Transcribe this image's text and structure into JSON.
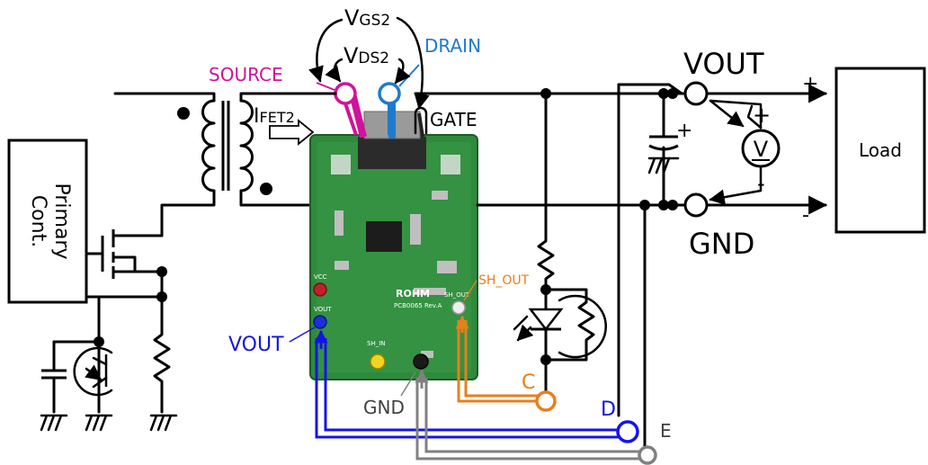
{
  "labels": {
    "vgs2": "V",
    "vgs2_sub": "GS2",
    "vds2": "V",
    "vds2_sub": "DS2",
    "drain": "DRAIN",
    "source": "SOURCE",
    "gate": "GATE",
    "ifet2": "I",
    "ifet2_sub": "FET2",
    "vout_top": "VOUT",
    "gnd_right": "GND",
    "load": "Load",
    "primary_line1": "Primary",
    "primary_line2": "Cont.",
    "vout_board": "VOUT",
    "gnd_board": "GND",
    "sh_out": "SH_OUT",
    "probe_c": "C",
    "probe_d": "D",
    "probe_e": "E",
    "voltmeter": "V",
    "plus_load": "+",
    "minus_load": "-",
    "plus_meter": "+",
    "minus_meter": "-",
    "plus_cap": "+"
  },
  "board": {
    "brand": "ROHM",
    "part": "PCB0065 Rev.A",
    "silk_vcc": "VCC",
    "silk_vout": "VOUT",
    "silk_shin": "SH_IN",
    "silk_shout": "SH_OUT"
  },
  "colors": {
    "source": "#d0139a",
    "drain": "#1f7acb",
    "vout_probe": "#1414e6",
    "sh_out": "#e87f1c",
    "gnd_probe": "#808080",
    "wire": "#000000",
    "pcb": "#2e8b3e"
  }
}
